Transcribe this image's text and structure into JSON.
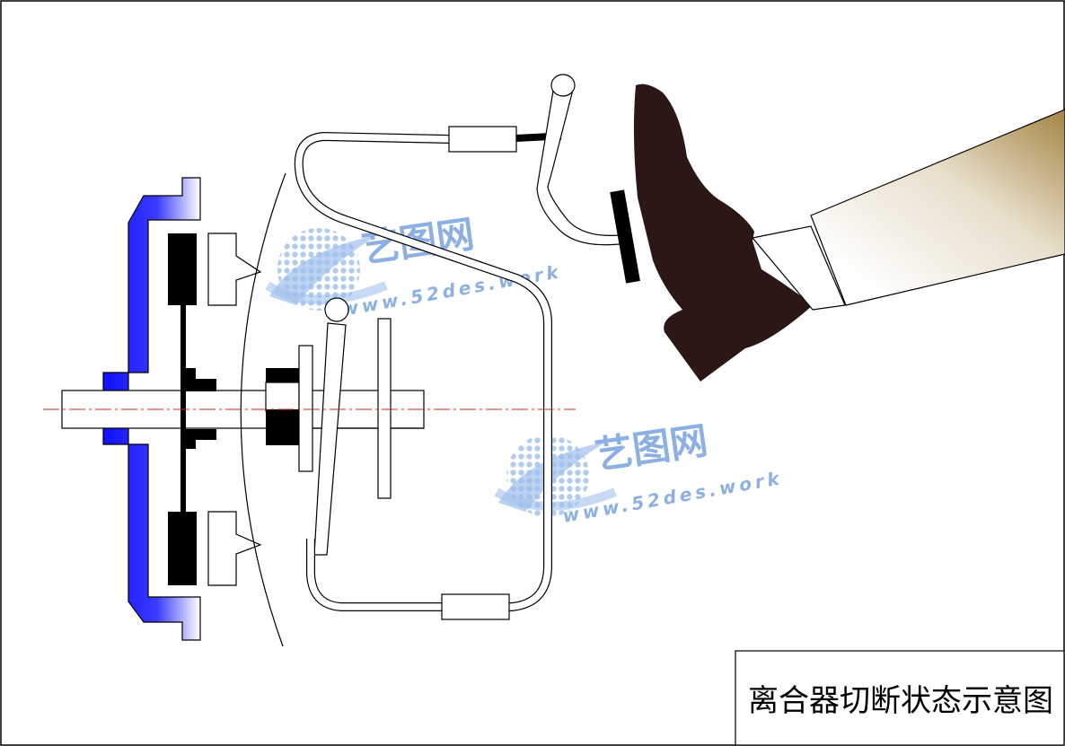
{
  "diagram": {
    "title": "离合器切断状态示意图"
  },
  "watermark": {
    "brand": "艺图网",
    "url": "www.52des.work"
  },
  "colors": {
    "flywheel_blue": "#1a1aff",
    "pad_black": "#000000",
    "shoe": "#2a1716",
    "leg_tan": "#a88a4c",
    "centerline_red": "#cc2a2a",
    "watermark_blue": "#5a8fd8",
    "outline": "#000000"
  }
}
